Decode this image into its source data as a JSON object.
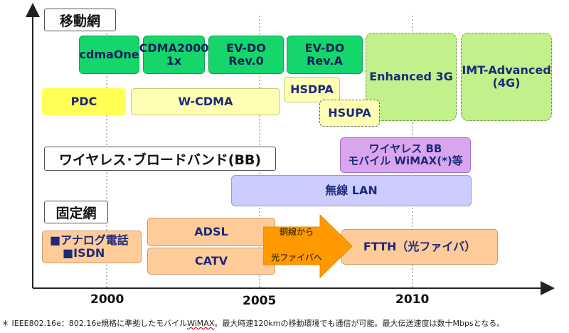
{
  "sections": {
    "mobile": "移動網",
    "wireless": "ワイヤレス･ブロードバンド(BB)",
    "fixed": "固定網"
  },
  "mobile_boxes": {
    "cdmaone": "cdmaOne",
    "cdma2000_l1": "CDMA2000",
    "cdma2000_l2": "1x",
    "evdo0_l1": "EV-DO",
    "evdo0_l2": "Rev.0",
    "evdoa_l1": "EV-DO",
    "evdoa_l2": "Rev.A",
    "enhanced3g": "Enhanced 3G",
    "imt_l1": "IMT-Advanced",
    "imt_l2": "(4G)",
    "pdc": "PDC",
    "wcdma": "W-CDMA",
    "hsdpa": "HSDPA",
    "hsupa": "HSUPA"
  },
  "wireless_boxes": {
    "wbb_l1": "ワイヤレス BB",
    "wbb_l2": "モバイル WiMAX(*)等",
    "wlan": "無線 LAN"
  },
  "fixed_boxes": {
    "analog_l1": "■アナログ電話",
    "analog_l2": "■ISDN",
    "adsl": "ADSL",
    "catv": "CATV",
    "arrow_l1": "銅線から",
    "arrow_l2": "光ファイバへ",
    "ftth": "FTTH（光ファイバ）"
  },
  "axis": {
    "ticks": [
      "2000",
      "2005",
      "2010"
    ]
  },
  "footnote": {
    "pre": "＊ IEEE802.16e：802.16e規格に準拠したモバイル",
    "wimax": "WiMAX",
    "post": "。最大時速120kmの移動環境でも通信が可能。最大伝送速度は数十Mbpsとなる。"
  },
  "colors": {
    "green": "#14d66a",
    "light_green": "#c2f08a",
    "yellow": "#ffff55",
    "light_yellow": "#ffffb4",
    "purple": "#d9a6ee",
    "lavender": "#ccccff",
    "peach": "#ffcc99",
    "arrow": "#ff9900"
  }
}
